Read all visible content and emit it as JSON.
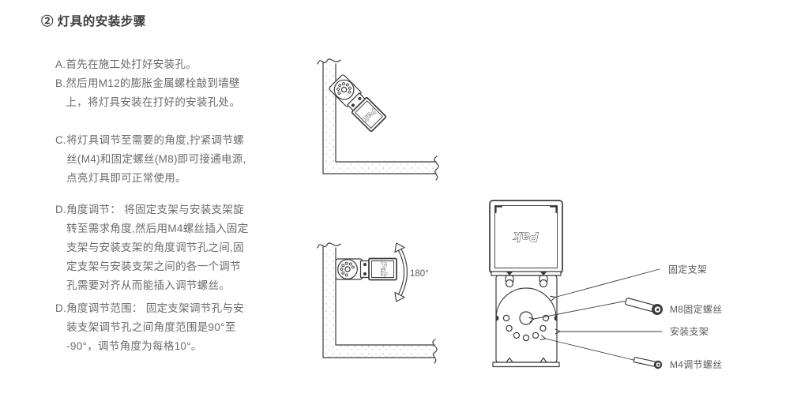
{
  "page": {
    "title": "② 灯具的安装步骤"
  },
  "steps": [
    {
      "label": "A.",
      "text": "首先在施工处打好安装孔。"
    },
    {
      "label": "B.",
      "text": "然后用M12的膨胀金属螺栓敲到墙壁\n上，将灯具安装在打好的安装孔处。"
    },
    {
      "label": "C.",
      "text": "将灯具调节至需要的角度,拧紧调节螺\n丝(M4)和固定螺丝(M8)即可接通电源,\n点亮灯具即可正常使用。"
    },
    {
      "label": "D.",
      "text": "角度调节： 将固定支架与安装支架旋\n转至需求角度,然后用M4螺丝插入固定\n支架与安装支架的角度调节孔之间,固\n定支架与安装支架之间的各一个调节\n孔需要对齐从而能插入调节螺丝。"
    },
    {
      "label": "D.",
      "text": "角度调节范围： 固定支架调节孔与安\n装支架调节孔之间角度范围是90°至\n-90°，调节角度为每格10°。"
    }
  ],
  "diagrams": {
    "brand": "Pak",
    "rotation_label": "180°",
    "callouts": {
      "fixed_bracket": "固定支架",
      "m8_screw": "M8固定螺丝",
      "mounting_bracket": "安装支架",
      "m4_screw": "M4调节螺丝"
    }
  },
  "colors": {
    "line_art": "#3e3a39",
    "body_text": "#6b6b6b",
    "title_text": "#3c3c3e"
  }
}
